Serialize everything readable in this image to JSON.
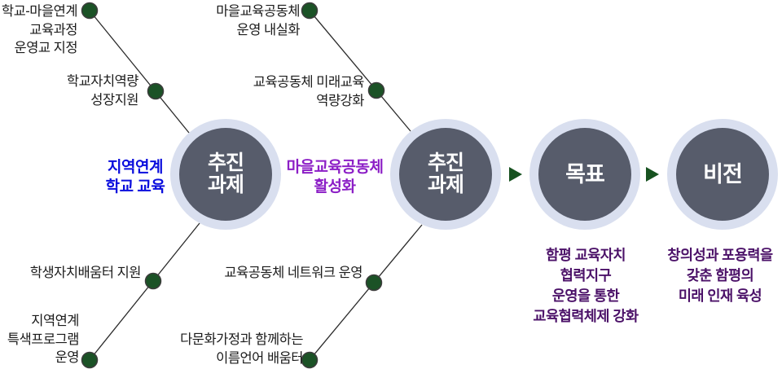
{
  "colors": {
    "circle_fill": "#575c6b",
    "circle_ring": "#d9dfef",
    "dot_green": "#1b5226",
    "arrow_green": "#175220",
    "connector_line": "#2b2b2b",
    "satellite_text": "#1b1b1b",
    "blue_accent": "#0a0ddd",
    "purple_bright": "#8c1fc6",
    "purple_dark": "#4b1168"
  },
  "icons": {
    "flow_arrow": "right-triangle",
    "connector_dot": "filled-circle"
  },
  "circles": [
    {
      "id": "tasks-left",
      "label": "추진\n과제"
    },
    {
      "id": "tasks-right",
      "label": "추진\n과제"
    },
    {
      "id": "goal",
      "label": "목표"
    },
    {
      "id": "vision",
      "label": "비전"
    }
  ],
  "cluster_labels": {
    "left": "지역연계\n학교 교육",
    "right": "마을교육공동체\n활성화"
  },
  "satellites": [
    {
      "text": "학교-마을연계\n교육과정\n운영교 지정"
    },
    {
      "text": "학교자치역량\n성장지원"
    },
    {
      "text": "마을교육공동체\n운영 내실화"
    },
    {
      "text": "교육공동체 미래교육\n역량강화"
    },
    {
      "text": "학생자치배움터 지원"
    },
    {
      "text": "지역연계\n특색프로그램\n운영"
    },
    {
      "text": "교육공동체 네트워크 운영"
    },
    {
      "text": "다문화가정과 함께하는\n이름언어 배움터"
    }
  ],
  "goal_description": "함평 교육자치\n협력지구\n운영을 통한\n교육협력체제 강화",
  "vision_description": "창의성과 포용력을\n갖춘 함평의\n미래 인재 육성"
}
